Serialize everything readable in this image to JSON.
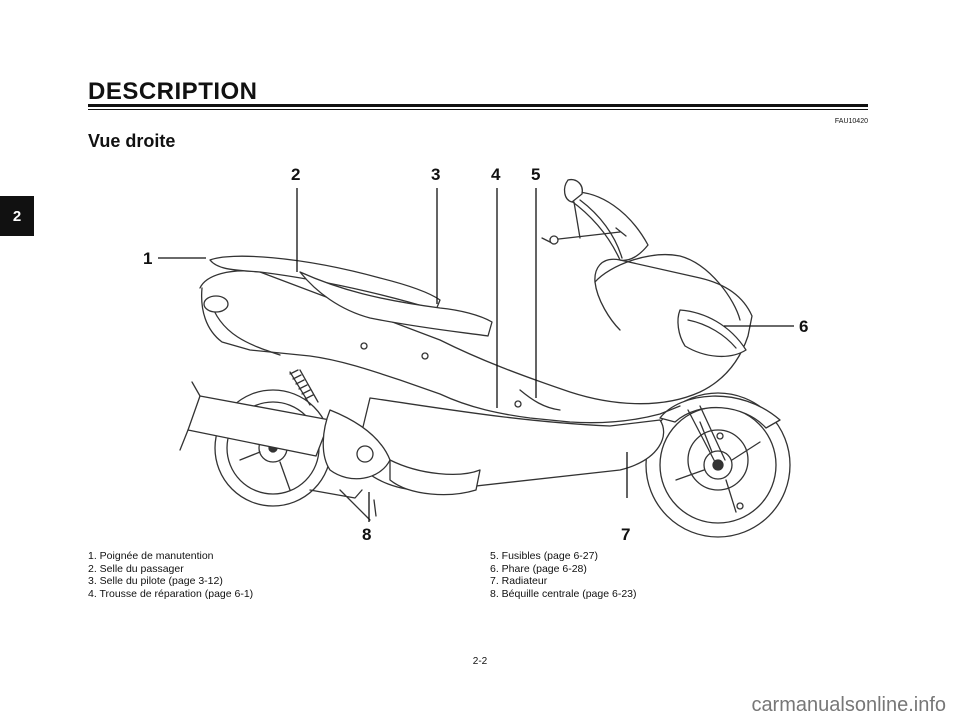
{
  "header": {
    "section_title": "DESCRIPTION",
    "reference_code": "FAU10420",
    "subtitle": "Vue droite"
  },
  "chapter_tab": "2",
  "illustration": {
    "callouts": [
      "1",
      "2",
      "3",
      "4",
      "5",
      "6",
      "7",
      "8"
    ]
  },
  "legend": {
    "left": [
      "1. Poignée de manutention",
      "2. Selle du passager",
      "3. Selle du pilote (page 3-12)",
      "4. Trousse de réparation (page 6-1)"
    ],
    "right": [
      "5. Fusibles (page 6-27)",
      "6. Phare (page 6-28)",
      "7. Radiateur",
      "8. Béquille centrale (page 6-23)"
    ]
  },
  "page_number": "2-2",
  "watermark": "carmanualsonline.info"
}
